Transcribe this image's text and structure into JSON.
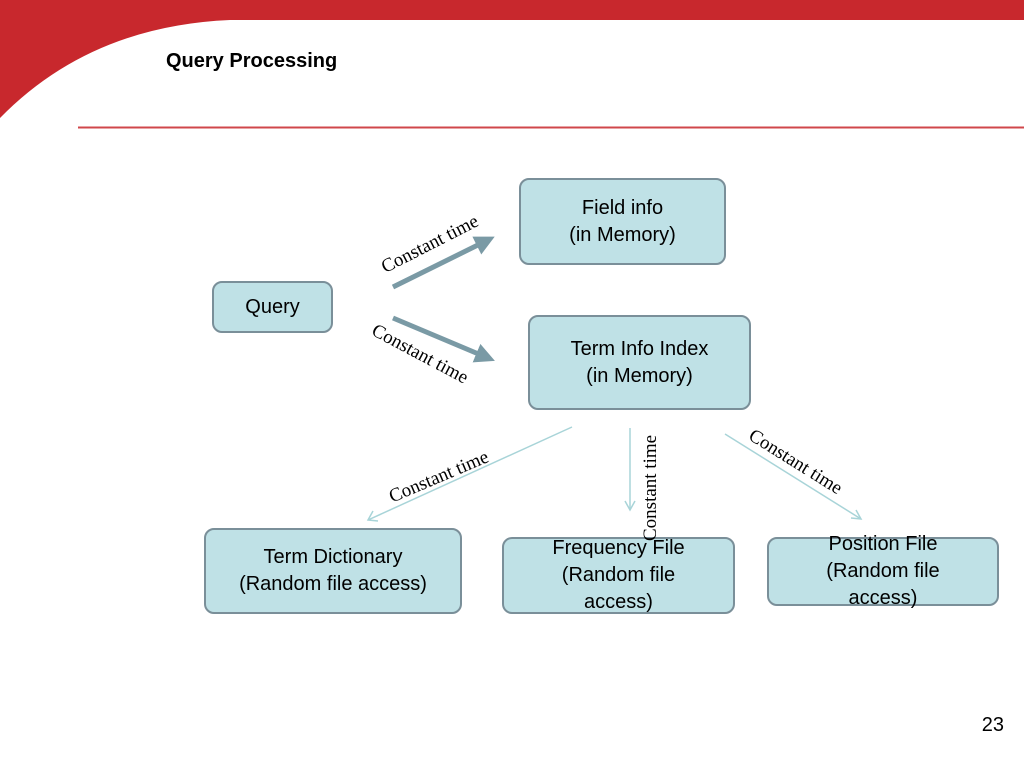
{
  "slide": {
    "title": "Query Processing",
    "page_number": "23"
  },
  "nodes": {
    "query": {
      "lines": [
        "Query"
      ]
    },
    "field_info": {
      "lines": [
        "Field info",
        "(in Memory)"
      ]
    },
    "term_info_index": {
      "lines": [
        "Term Info Index",
        "(in Memory)"
      ]
    },
    "term_dictionary": {
      "lines": [
        "Term Dictionary",
        "(Random file access)"
      ]
    },
    "frequency_file": {
      "lines": [
        "Frequency File",
        "(Random file",
        "access)"
      ]
    },
    "position_file": {
      "lines": [
        "Position File",
        "(Random file",
        "access)"
      ]
    }
  },
  "edges": {
    "query_to_field_info": {
      "label": "Constant time"
    },
    "query_to_term_info": {
      "label": "Constant time"
    },
    "term_info_to_dictionary": {
      "label": "Constant time"
    },
    "term_info_to_frequency": {
      "label": "Constant time"
    },
    "term_info_to_position": {
      "label": "Constant time"
    }
  },
  "colors": {
    "header_red": "#c8282d",
    "node_fill": "#bfe1e6",
    "node_border": "#7a8f99",
    "thick_arrow": "#7a9aa5",
    "thin_arrow": "#a8d4d8"
  }
}
